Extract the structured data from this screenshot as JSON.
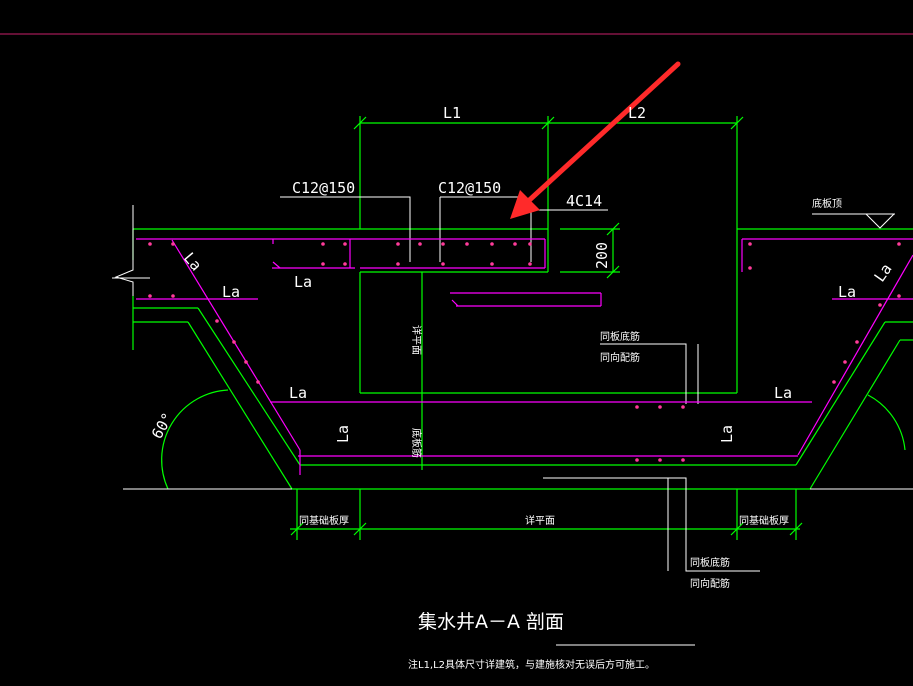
{
  "drawing": {
    "title": "集水井A－A 剖面",
    "note": "注L1,L2具体尺寸详建筑，与建施核对无误后方可施工。",
    "dims": {
      "l1": "L1",
      "l2": "L2",
      "slab_thk": "200",
      "angle": "60°"
    },
    "rebar": {
      "c12_left": "C12@150",
      "c12_right": "C12@150",
      "c4c14": "4C14"
    },
    "anchor": {
      "la": "La"
    },
    "notes": {
      "bottom_elev": "底板顶",
      "same_bottom_rebar": "同板底筋",
      "same_dist_rebar": "同向配筋",
      "same_base_thk": "同基础板厚",
      "see_plan": "详平面",
      "bottom_tag": "底板筋"
    }
  },
  "colors": {
    "outline": "#00ff00",
    "rebar": "#ff00ff",
    "dim_text": "#ffffff",
    "arrow": "#ff2a2a",
    "dots": "#ff3b9a",
    "top_line": "#d0206a"
  }
}
